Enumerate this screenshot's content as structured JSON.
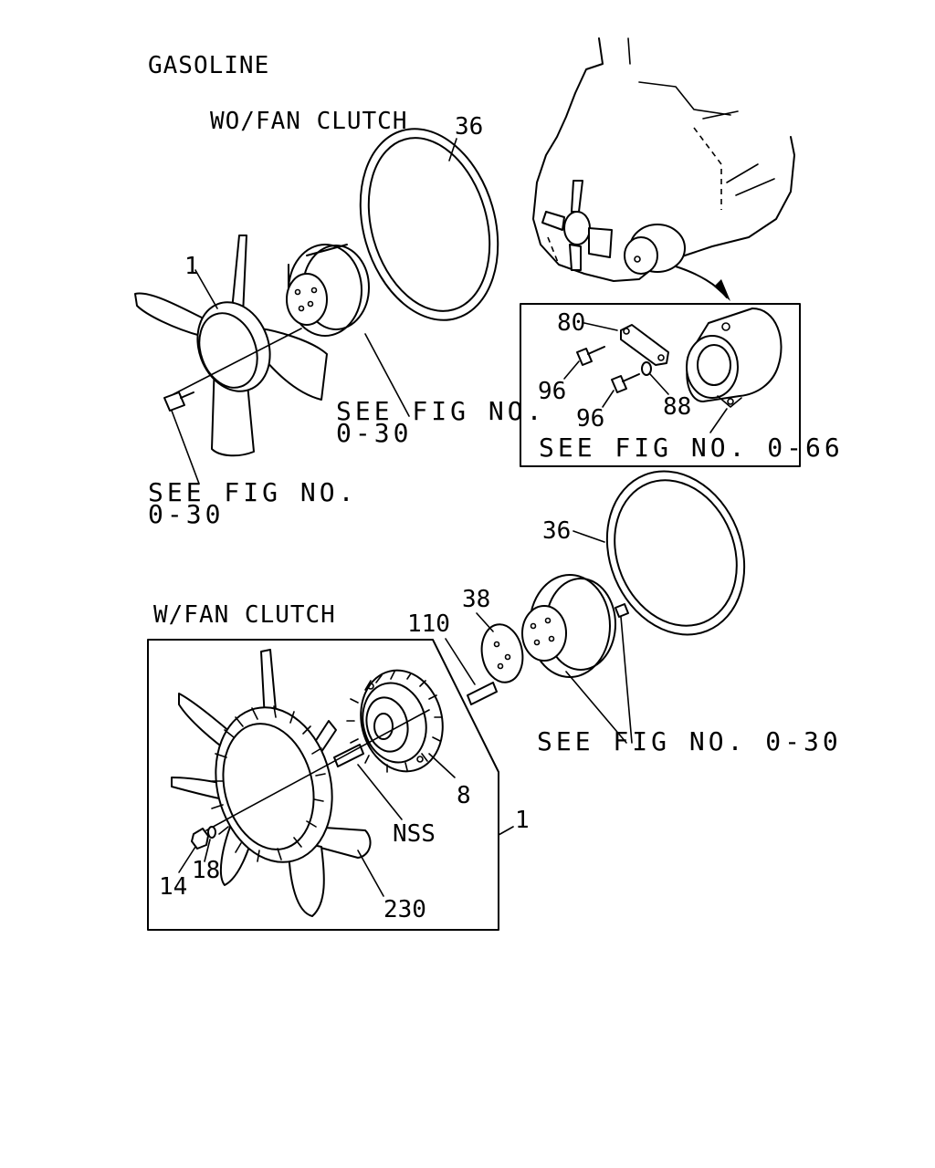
{
  "labels": {
    "gasoline": "GASOLINE",
    "wo_fan_clutch": "WO/FAN CLUTCH",
    "w_fan_clutch": "W/FAN CLUTCH",
    "see_fig_030_a_line1": "SEE FIG NO.",
    "see_fig_030_a_line2": "0-30",
    "see_fig_030_b_line1": "SEE FIG NO.",
    "see_fig_030_b_line2": "0-30",
    "see_fig_066": "SEE FIG NO. 0-66",
    "see_fig_030_c": "SEE FIG NO. 0-30"
  },
  "callouts": {
    "p36_top": "36",
    "p1_top": "1",
    "p80": "80",
    "p96_a": "96",
    "p96_b": "96",
    "p88": "88",
    "p36_mid": "36",
    "p38": "38",
    "p110": "110",
    "p8": "8",
    "pNSS": "NSS",
    "p1_bottom": "1",
    "p14": "14",
    "p18": "18",
    "p230": "230"
  }
}
